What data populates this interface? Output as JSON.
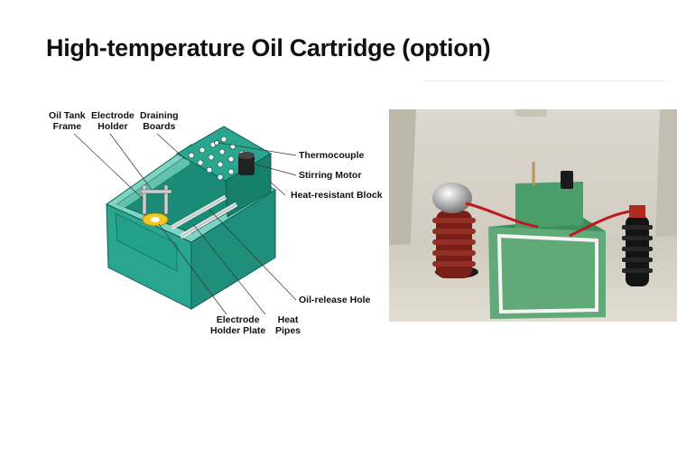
{
  "title": "High-temperature Oil Cartridge (option)",
  "labels": {
    "oil_tank_frame": [
      "Oil Tank",
      "Frame"
    ],
    "electrode_holder": [
      "Electrode",
      "Holder"
    ],
    "draining_boards": [
      "Draining",
      "Boards"
    ],
    "thermocouple": "Thermocouple",
    "stirring_motor": "Stirring Motor",
    "heat_resistant_block": "Heat-resistant Block",
    "oil_release_hole": "Oil-release Hole",
    "electrode_holder_plate": [
      "Electrode",
      "Holder Plate"
    ],
    "heat_pipes": [
      "Heat",
      "Pipes"
    ]
  },
  "colors": {
    "tank_green": "#2aa590",
    "tank_dark": "#17806c",
    "tank_light": "#7fd3c2",
    "electrode_yellow": "#f2c81e"
  }
}
